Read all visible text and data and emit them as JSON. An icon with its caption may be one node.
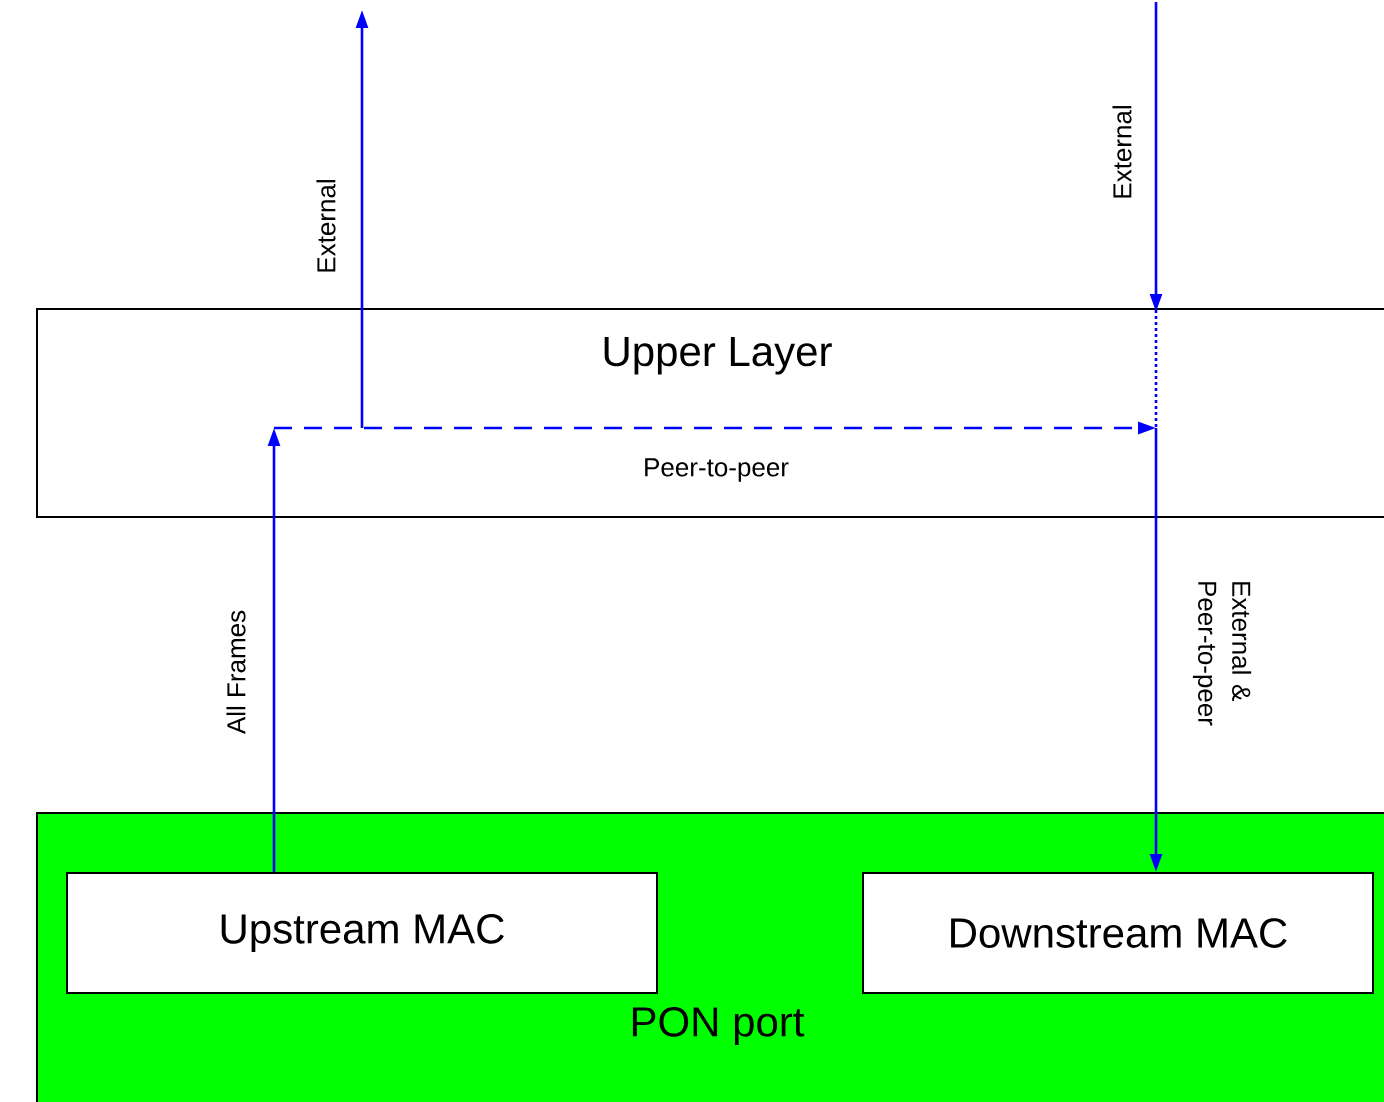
{
  "diagram": {
    "nodes": [
      {
        "text": [
          "Upper Layer"
        ]
      },
      {
        "text": [
          "PON port"
        ]
      },
      {
        "text": [
          "Upstream MAC"
        ],
        "in": 1
      },
      {
        "text": [
          "Downstream MAC"
        ],
        "in": 1
      }
    ],
    "edges": [
      {
        "from": 2,
        "to": 0,
        "arrow": "to",
        "label": "All Frames"
      },
      {
        "from": 0,
        "to": null,
        "arrow": "to",
        "label": "External"
      },
      {
        "from": 0,
        "to": 0,
        "arrow": "to",
        "label": "Peer-to-peer",
        "style": "dashed"
      },
      {
        "from": null,
        "to": 0,
        "arrow": "to",
        "label": "External"
      },
      {
        "from": 0,
        "to": 3,
        "arrow": "to",
        "label": "External & Peer-to-peer"
      }
    ]
  }
}
